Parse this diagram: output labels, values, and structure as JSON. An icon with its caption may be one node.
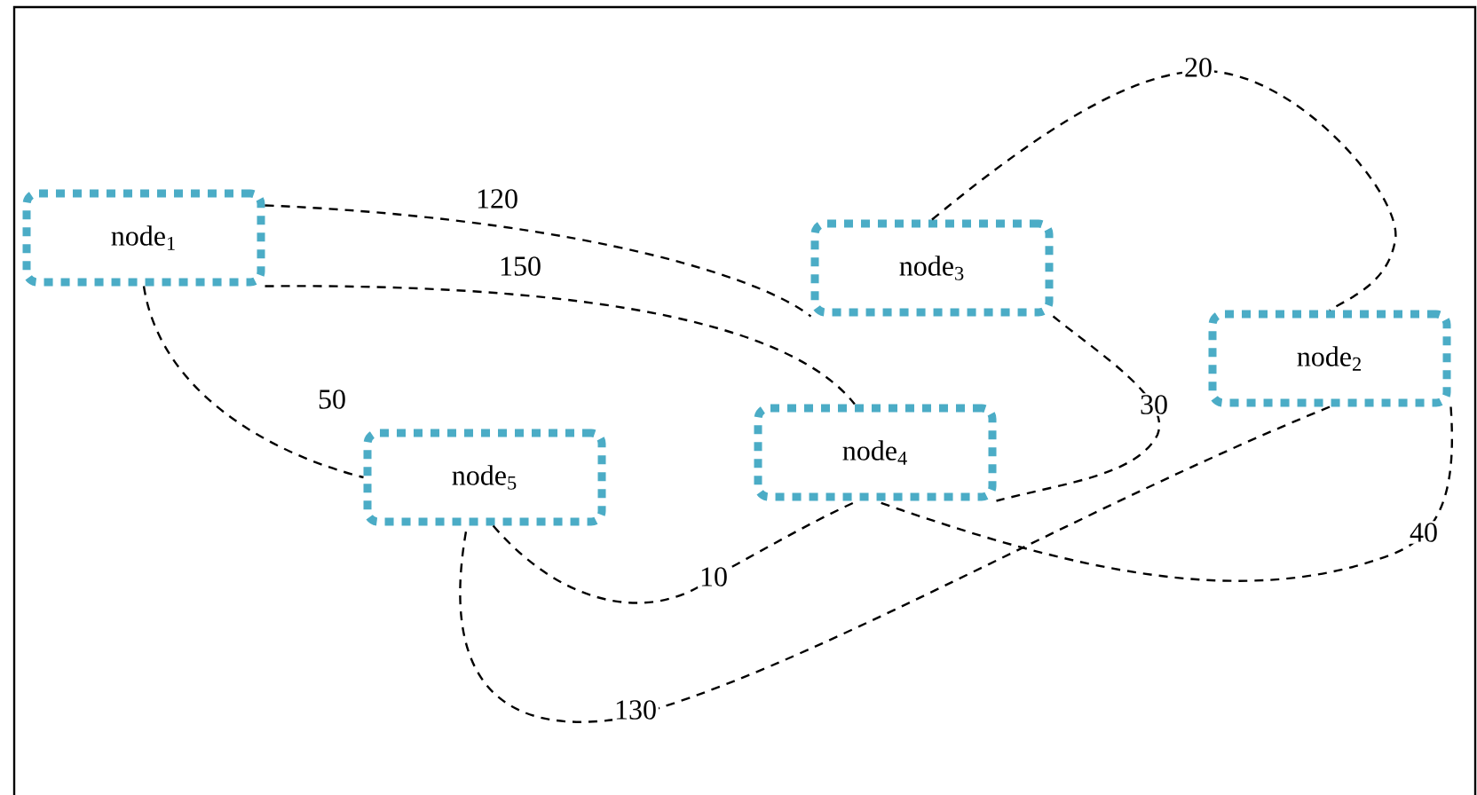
{
  "diagram": {
    "nodes": [
      {
        "text": [
          "node$_{1}$"
        ]
      },
      {
        "text": [
          "node$_{2}$"
        ]
      },
      {
        "text": [
          "node$_{3}$"
        ]
      },
      {
        "text": [
          "node$_{4}$"
        ]
      },
      {
        "text": [
          "node$_{5}$"
        ]
      }
    ],
    "edges": [
      {
        "from": 0,
        "to": 2,
        "arrow": "none",
        "label": "120",
        "style": "dashed"
      },
      {
        "from": 0,
        "to": 3,
        "arrow": "none",
        "label": "150",
        "style": "dashed"
      },
      {
        "from": 0,
        "to": 4,
        "arrow": "none",
        "label": "50",
        "style": "dashed"
      },
      {
        "from": 2,
        "to": 1,
        "arrow": "none",
        "label": "20",
        "style": "dashed"
      },
      {
        "from": 2,
        "to": 3,
        "arrow": "none",
        "label": "30",
        "style": "dashed"
      },
      {
        "from": 1,
        "to": 4,
        "arrow": "none",
        "label": "130",
        "style": "dashed"
      },
      {
        "from": 1,
        "to": 3,
        "arrow": "none",
        "label": "40",
        "style": "dashed"
      },
      {
        "from": 4,
        "to": 3,
        "arrow": "none",
        "label": "10",
        "style": "dashed"
      }
    ]
  }
}
